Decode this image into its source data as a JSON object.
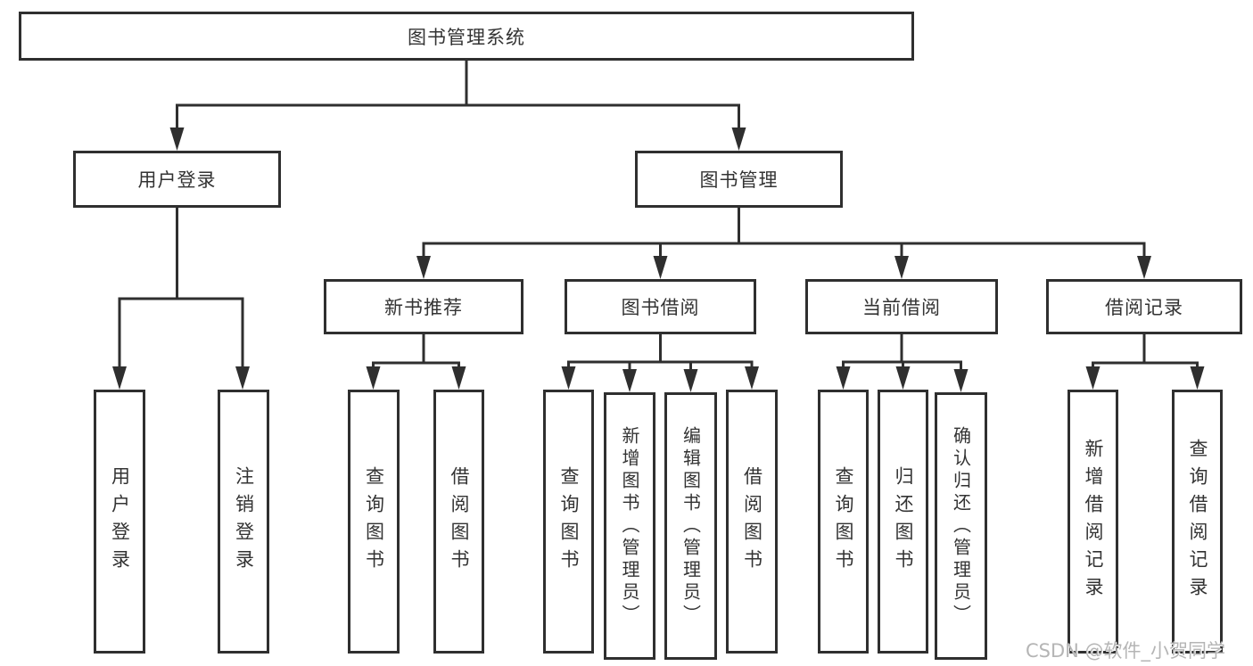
{
  "diagram_type": "functional-structure-tree",
  "colors": {
    "line": "#2f2f2f",
    "text": "#333333",
    "watermark": "#b5b5b5",
    "background": "#ffffff"
  },
  "watermark": "CSDN @软件_小贺同学",
  "tree": {
    "label": "图书管理系统",
    "children": [
      {
        "label": "用户登录",
        "children": [
          {
            "label": "用户登录"
          },
          {
            "label": "注销登录"
          }
        ]
      },
      {
        "label": "图书管理",
        "children": [
          {
            "label": "新书推荐",
            "children": [
              {
                "label": "查询图书"
              },
              {
                "label": "借阅图书"
              }
            ]
          },
          {
            "label": "图书借阅",
            "children": [
              {
                "label": "查询图书"
              },
              {
                "label": "新增图书（管理员）"
              },
              {
                "label": "编辑图书（管理员）"
              },
              {
                "label": "借阅图书"
              }
            ]
          },
          {
            "label": "当前借阅",
            "children": [
              {
                "label": "查询图书"
              },
              {
                "label": "归还图书"
              },
              {
                "label": "确认归还（管理员）"
              }
            ]
          },
          {
            "label": "借阅记录",
            "children": [
              {
                "label": "新增借阅记录"
              },
              {
                "label": "查询借阅记录"
              }
            ]
          }
        ]
      }
    ]
  }
}
